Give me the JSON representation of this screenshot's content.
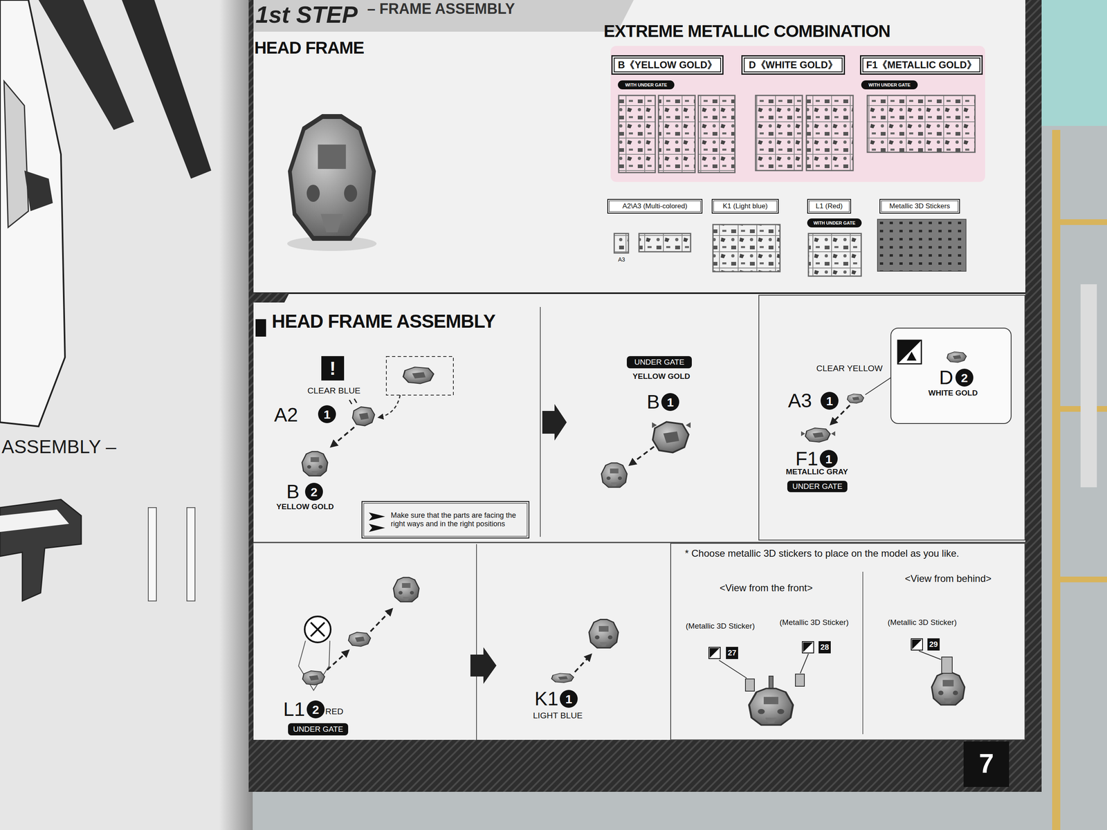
{
  "diagram": {
    "title": "1st STEP",
    "nodes": [
      {
        "text": [
          "B《YELLOW GOLD》"
        ]
      },
      {
        "text": [
          "WITH UNDER GATE"
        ]
      },
      {
        "text": [
          "D《WHITE GOLD》"
        ]
      },
      {
        "text": [
          "F1《METALLIC GOLD》"
        ]
      },
      {
        "text": [
          "WITH UNDER GATE"
        ]
      },
      {
        "text": [
          "A2\\A3 (Multi-colored)"
        ]
      },
      {
        "text": [
          "K1 (Light blue)"
        ]
      },
      {
        "text": [
          "L1 (Red)"
        ]
      },
      {
        "text": [
          "WITH UNDER GATE"
        ]
      },
      {
        "text": [
          "Metallic 3D Stickers"
        ]
      },
      {
        "text": [
          "Make sure that the parts are facing the right ways and in the right positions"
        ]
      },
      {
        "text": [
          "UNDER GATE"
        ]
      },
      {
        "text": [
          "UNDER GATE"
        ]
      },
      {
        "text": [
          "UNDER GATE"
        ]
      }
    ],
    "labels": [
      "– FRAME ASSEMBLY",
      "HEAD FRAME",
      "EXTREME METALLIC COMBINATION",
      "A3",
      "HEAD FRAME ASSEMBLY",
      "!",
      "CLEAR BLUE",
      "A2",
      "1",
      "B",
      "2",
      "YELLOW GOLD",
      "YELLOW GOLD",
      "B",
      "1",
      "CLEAR YELLOW",
      "A3",
      "1",
      "D",
      "2",
      "WHITE GOLD",
      "F1",
      "1",
      "METALLIC GRAY",
      "L1",
      "2",
      "RED",
      "K1",
      "1",
      "LIGHT BLUE",
      "* Choose metallic 3D stickers to place on the model as you like.",
      "<View from the front>",
      "<View from behind>",
      "(Metallic 3D Sticker)",
      "(Metallic 3D Sticker)",
      "(Metallic 3D Sticker)",
      "27",
      "28",
      "29",
      "7",
      "ASSEMBLY –"
    ]
  }
}
